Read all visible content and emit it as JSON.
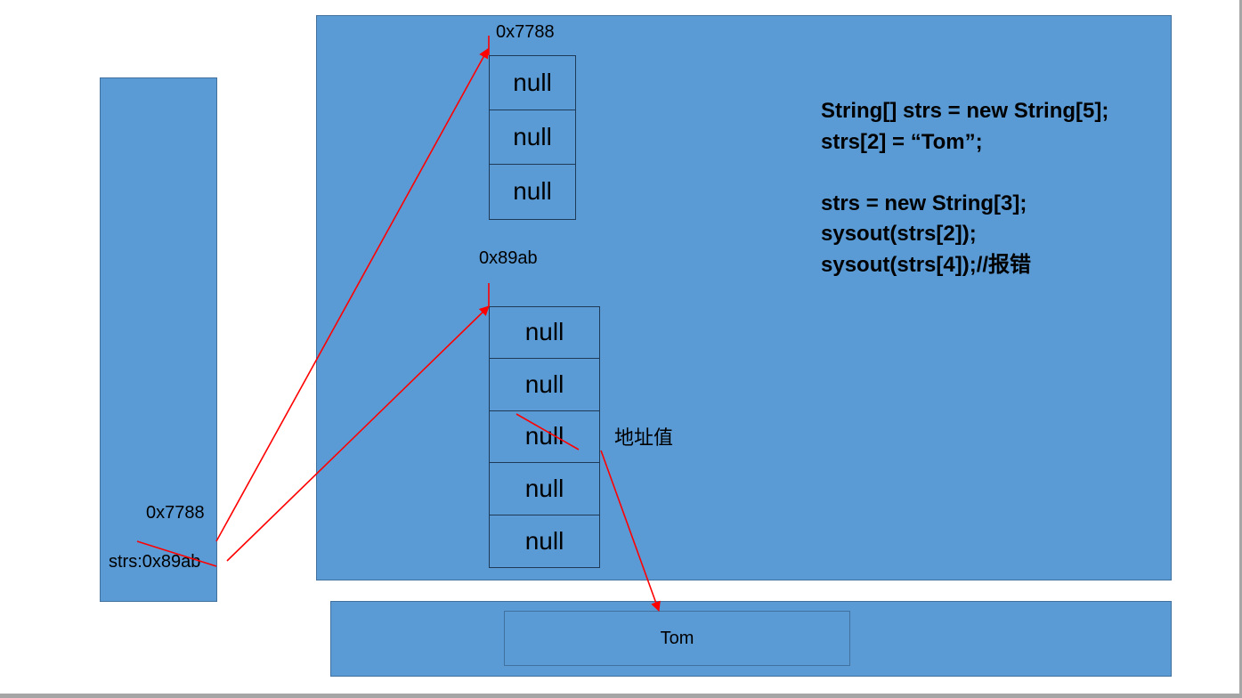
{
  "heap": {
    "old_array": {
      "address": "0x7788",
      "cells": [
        "null",
        "null",
        "null"
      ]
    },
    "new_array": {
      "address": "0x89ab",
      "cells": [
        "null",
        "null",
        "null",
        "null",
        "null"
      ]
    },
    "annotation": "地址值"
  },
  "stack": {
    "old_value": "0x7788",
    "variable": "strs:0x89ab"
  },
  "string_pool": {
    "value": "Tom"
  },
  "code": {
    "lines": [
      "String[] strs = new String[5];",
      "strs[2] = “Tom”;",
      "",
      "strs = new String[3];",
      "sysout(strs[2]);",
      "sysout(strs[4]);//报错"
    ]
  },
  "colors": {
    "region_fill": "#5b9bd5",
    "arrow": "#ff0000",
    "border": "#41719c"
  }
}
